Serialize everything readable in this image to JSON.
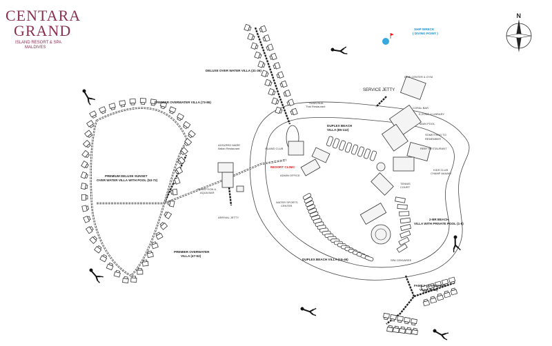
{
  "brand": {
    "name_line1": "CENTARA",
    "name_line2": "GRAND",
    "subtitle_line1": "ISLAND RESORT & SPA",
    "subtitle_line2": "MALDIVES"
  },
  "compass": {
    "label": "N",
    "icon": "compass-rose-icon"
  },
  "labels": {
    "deluxe_over_water": "DELUXE OVER WATER VILLA (31-36)",
    "ship_wreck_1": "SHIP WRECK",
    "ship_wreck_2": "( DIVING POINT )",
    "dive_center": "DIVE CENTER & GYM",
    "service_jetty": "SERVICE JETTY",
    "coral_bar": "CORAL BAR",
    "ezone": "E-ZONE & LIBRARY",
    "main_pool": "MAIN POOL",
    "something_1": "SOMETHING TO",
    "something_2": "REMEMBER",
    "reef_restaurant": "REEF RESTAURANT",
    "kids_club_1": "KIDS CLUB",
    "kids_club_2": "CHAMP AAAAKI",
    "tennis": "TENNIS",
    "court": "COURT",
    "suan_bua_1": "SUAN BUA",
    "suan_bua_2": "Thai Restaurant",
    "duplex_beach_top_1": "DUPLEX BEACH",
    "duplex_beach_top_2": "VILLA (85-112)",
    "island_club": "ISLAND CLUB",
    "resort_clinic": "RESORT CLINIC",
    "admin_office": "ADMIN OFFICE",
    "azzurro_1": "AZZURRO MARE",
    "azzurro_2": "Italian Restaurant",
    "reception_1": "RECEPTION &",
    "reception_2": "AQUA BAR",
    "arrival_jetty": "ARRIVAL JETTY",
    "water_sports_1": "WATER SPORTS",
    "water_sports_2": "CENTER",
    "premier_overwater_top": "PREMIER OVERWATER VILLA (73-86)",
    "premium_deluxe_1": "PREMIUM DELUXE SUNSET",
    "premium_deluxe_2": "OVER WATER VILLA WITH POOL (53-72)",
    "premier_overwater_bottom_1": "PREMIER OVERWATER",
    "premier_overwater_bottom_2": "VILLA (47-52)",
    "duplex_beach_bottom": "DUPLEX BEACH VILLA (19-46)",
    "two_bed_1": "2-BR BEACH",
    "two_bed_2": "VILLA WITH PRIVATE POOL (1-8)",
    "spa_cenvaree": "SPA CENVAREE",
    "family_overwater_1": "FAMILY OVERWATER",
    "family_overwater_2": "VILLA (9-18)"
  },
  "colors": {
    "brand": "#8a2f4f",
    "ship_wreck": "#1a8fd0",
    "clinic": "#d22222",
    "ink": "#222222"
  },
  "icons": [
    "compass-rose-icon",
    "diver-icon",
    "ship-wreck-icon",
    "palm-tree-icon"
  ]
}
